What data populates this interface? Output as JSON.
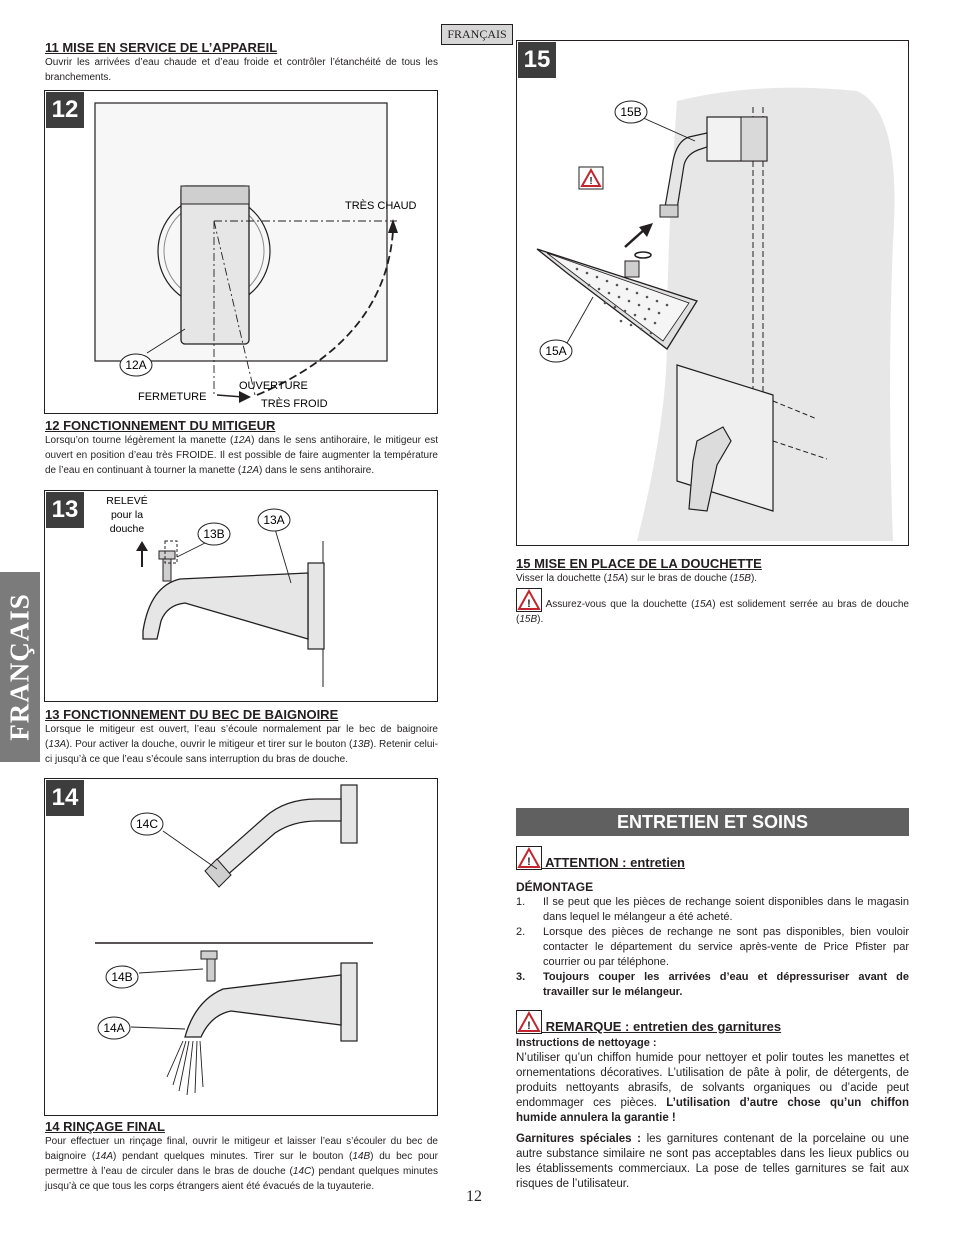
{
  "header": {
    "lang_tag": "FRANÇAIS"
  },
  "side_tab": {
    "label": "FRANÇAIS"
  },
  "page_number": "12",
  "section11": {
    "title": "11  MISE EN SERVICE DE L’APPAREIL",
    "body": "Ouvrir les arrivées d’eau chaude et d’eau froide et contrôler l’étanchéité de tous les branchements."
  },
  "fig12": {
    "number": "12",
    "label_hot": "TRÈS CHAUD",
    "label_handle": "12A",
    "label_close": "FERMETURE",
    "label_open": "OUVERTURE",
    "label_cold": "TRÈS FROID"
  },
  "section12": {
    "title": "12  FONCTIONNEMENT DU MITIGEUR",
    "body_pre": "Lorsqu’on tourne légèrement la manette (",
    "ref1": "12A",
    "body_mid": ") dans le sens antihoraire, le mitigeur est ouvert en position d’eau très FROIDE. Il est possible de faire augmenter la température de l’eau en continuant à tourner la manette (",
    "ref2": "12A",
    "body_post": ") dans le sens antihoraire."
  },
  "fig13": {
    "number": "13",
    "label_lift_1": "RELEVÉ",
    "label_lift_2": "pour la",
    "label_lift_3": "douche",
    "label_button": "13B",
    "label_spout": "13A"
  },
  "section13": {
    "title": "13  FONCTIONNEMENT DU BEC DE BAIGNOIRE",
    "body_pre": "Lorsque le mitigeur est ouvert, l’eau s’écoule normalement par le bec de baignoire (",
    "ref1": "13A",
    "body_mid": "). Pour activer la douche, ouvrir le mitigeur et tirer sur le bouton (",
    "ref2": "13B",
    "body_post": "). Retenir celui-ci jusqu’à ce que l’eau s’écoule sans interruption du bras de douche."
  },
  "fig14": {
    "number": "14",
    "label_arm": "14C",
    "label_button": "14B",
    "label_spout": "14A"
  },
  "section14": {
    "title": "14  RINÇAGE FINAL",
    "body_a": "Pour effectuer un rinçage final, ouvrir le mitigeur et laisser l’eau s’écouler du bec de baignoire (",
    "ref1": "14A",
    "body_b": ") pendant quelques minutes. Tirer sur le bouton (",
    "ref2": "14B",
    "body_c": ") du bec pour permettre à l’eau de circuler dans le bras de douche (",
    "ref3": "14C",
    "body_d": ") pendant quelques minutes jusqu’à ce que tous les corps étrangers aient été évacués de la tuyauterie."
  },
  "fig15": {
    "number": "15",
    "label_arm": "15B",
    "label_head": "15A"
  },
  "section15": {
    "title": "15  MISE EN PLACE DE LA DOUCHETTE",
    "body_pre": "Visser la douchette (",
    "ref1": "15A",
    "body_mid": ") sur le bras de douche (",
    "ref2": "15B",
    "body_post": ").",
    "warn_pre": " Assurez-vous que la douchette (",
    "warn_ref1": "15A",
    "warn_mid": ") est solidement serrée au bras de douche (",
    "warn_ref2": "15B",
    "warn_post": ")."
  },
  "care": {
    "banner": "ENTRETIEN ET SOINS",
    "attention_title": " ATTENTION : entretien",
    "removal_title": "DÉMONTAGE",
    "items": [
      {
        "n": "1.",
        "text": "Il se peut que les pièces de rechange soient disponibles dans le magasin dans lequel le mélangeur a été acheté."
      },
      {
        "n": "2.",
        "text": "Lorsque des pièces de rechange ne sont pas disponibles, bien vouloir contacter le département du service après-vente de Price Pfister par courrier ou par téléphone."
      },
      {
        "n": "3.",
        "text": "Toujours couper les arrivées d’eau et dépressuriser avant de travailler sur le mélangeur."
      }
    ],
    "remark_title": " REMARQUE : entretien des garnitures",
    "cleaning_title": "Instructions de nettoyage :",
    "cleaning_body": "N’utiliser qu’un chiffon humide pour nettoyer et polir toutes les manettes et ornementations décoratives. L’utilisation de pâte à polir, de détergents, de produits nettoyants abrasifs, de solvants organiques ou d’acide peut endommager ces pièces. ",
    "cleaning_bold": "L’utilisation d’autre chose qu’un chiffon humide annulera la garantie !",
    "special_title": "Garnitures spéciales :",
    "special_body": " les garnitures contenant de la porcelaine ou une autre substance similaire ne sont pas acceptables dans les lieux publics ou les établissements commerciaux. La pose de telles garnitures se fait aux risques de l’utilisateur."
  }
}
